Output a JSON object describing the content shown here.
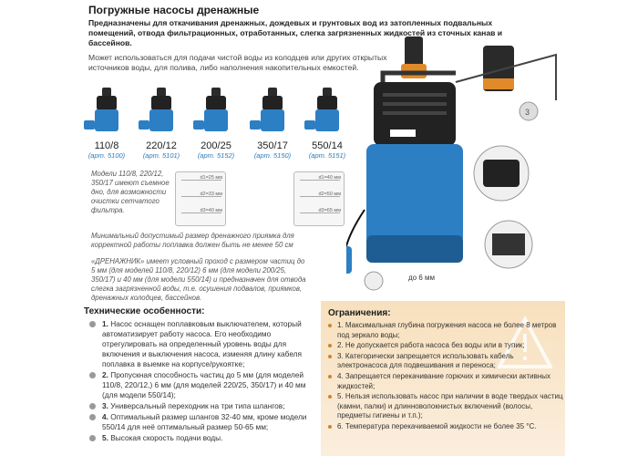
{
  "title": "Погружные насосы дренажные",
  "intro": "Предназначены для откачивания дренажных, дождевых и грунтовых вод из затопленных подвальных помещений, отвода фильтрационных, отработанных, слегка загрязненных жидкостей из сточных канав и бассейнов.",
  "usage": "Может использоваться для подачи чистой воды из колодцев или других открытых источников воды, для полива, либо наполнения накопительных емкостей.",
  "models": [
    {
      "name": "110/8",
      "art": "(арт. 5100)"
    },
    {
      "name": "220/12",
      "art": "(арт. 5101)"
    },
    {
      "name": "200/25",
      "art": "(арт. 5152)"
    },
    {
      "name": "350/17",
      "art": "(арт. 5150)"
    },
    {
      "name": "550/14",
      "art": "(арт. 5151)"
    }
  ],
  "note1": "Модели 110/8, 220/12, 350/17 имеют съемное дно, для возможности очистки сетчатого фильтра.",
  "note2": "Минимальный допустимый размер дренажного приямка для корректной работы поплавка должен быть не менее 50 см",
  "note3": "«ДРЕНАЖНИК» имеет условный проход с размером частиц до 5 мм (для моделей 110/8, 220/12) 6 мм (для модели 200/25, 350/17) и 40 мм (для модели 550/14) и предназначен для отвода слегка загрязненной воды, т.е. осушения подвалов, приямков, дренажных колодцев, бассейнов.",
  "spec_left": {
    "l1": "d1=25 мм",
    "l2": "d2=33 мм",
    "l3": "d3=40 мм"
  },
  "spec_right": {
    "l1": "d1=40 мм",
    "l2": "d2=50 мм",
    "l3": "d3=65 мм"
  },
  "particle_label": "до 6 мм",
  "callout_number": "3",
  "features_title": "Технические особенности:",
  "features": [
    {
      "num": "1.",
      "text": "Насос оснащен поплавковым выключателем, который автоматизирует работу насоса. Его необходимо отрегулировать на определенный уровень воды для включения и выключения насоса, изменяя длину кабеля поплавка в выемке на корпусе/рукоятке;"
    },
    {
      "num": "2.",
      "text": "Пропускная способность частиц до 5 мм (для моделей 110/8, 220/12,) 6 мм (для моделей 220/25, 350/17) и 40 мм (для модели 550/14);"
    },
    {
      "num": "3.",
      "text": "Универсальный переходник на три типа шлангов;"
    },
    {
      "num": "4.",
      "text": "Оптимальный размер шлангов 32-40 мм, кроме модели 550/14 для неё оптимальный размер 50-65 мм;"
    },
    {
      "num": "5.",
      "text": "Высокая скорость подачи воды."
    }
  ],
  "restrictions_title": "Ограничения:",
  "restrictions": [
    "1. Максимальная глубина погружения насоса не более 8 метров под зеркало воды;",
    "2. Не допускается работа насоса без воды или в тупик;",
    "3. Категорически запрещается использовать кабель электронасоса для подвешивания и переноса;",
    "4. Запрещается перекачивание горючих и химически активных жидкостей;",
    "5. Нельзя использовать насос при наличии в воде твердых частиц (камни, палки) и длинноволокнистых включений (волосы, предметы гигиены и т.п.);",
    "6. Температура перекачиваемой жидкости не более 35 °С."
  ],
  "colors": {
    "pump_blue": "#2d7fc4",
    "pump_black": "#222222",
    "accent_orange": "#e08a2a",
    "restr_bg": "#f7e0bd"
  }
}
